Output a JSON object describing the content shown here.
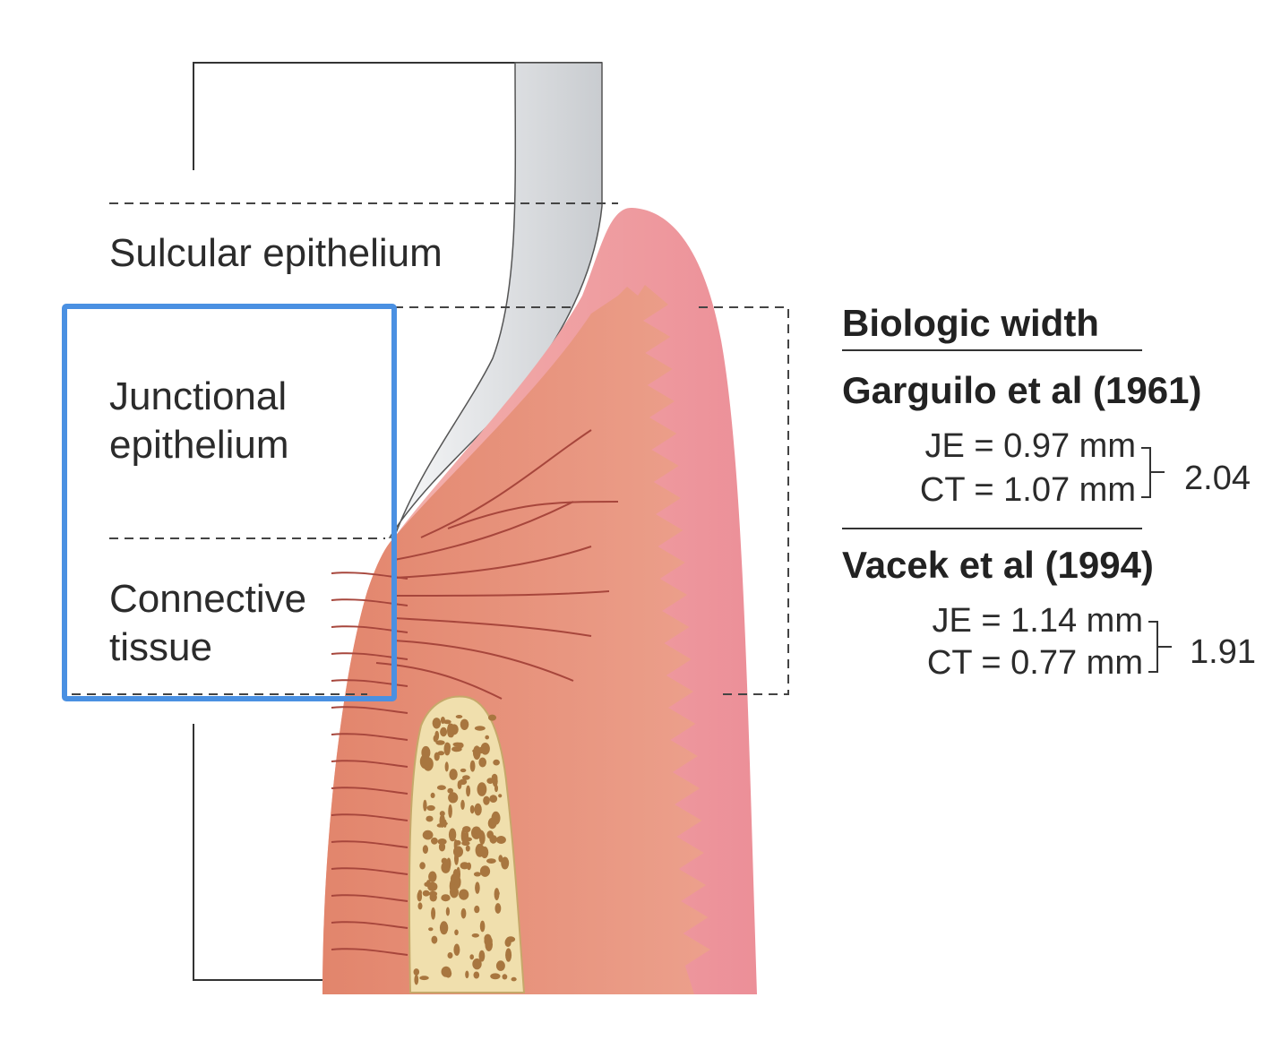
{
  "labels": {
    "sulcular": "Sulcular epithelium",
    "junctional": [
      "Junctional",
      "epithelium"
    ],
    "connective": [
      "Connective",
      "tissue"
    ]
  },
  "biologic_width": {
    "heading": "Biologic width",
    "studies": [
      {
        "title": "Garguilo et al (1961)",
        "je": "JE = 0.97 mm",
        "ct": "CT = 1.07 mm",
        "total": "2.04"
      },
      {
        "title": "Vacek et al (1994)",
        "je": "JE = 1.14 mm",
        "ct": "CT = 0.77 mm",
        "total": "1.91"
      }
    ]
  },
  "colors": {
    "gingiva": "#f2a5a5",
    "connective": "#e8957e",
    "bone": "#f1e2b4",
    "tooth": "#e4e6e8",
    "highlight": "#4a90e2"
  }
}
